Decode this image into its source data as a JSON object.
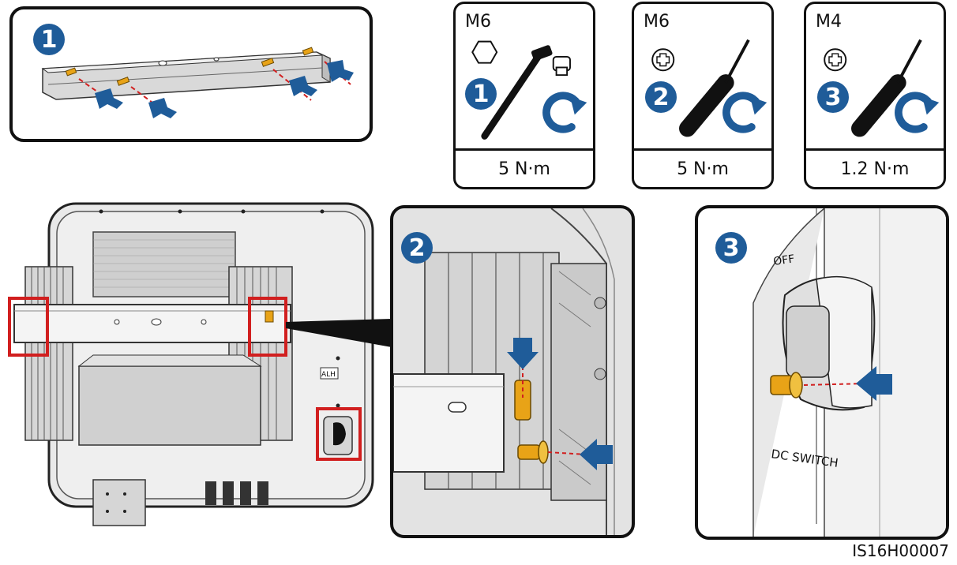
{
  "tools": [
    {
      "spec": "M6",
      "head": "hex",
      "step": "1",
      "torque": "5 N·m"
    },
    {
      "spec": "M6",
      "head": "phillips",
      "step": "2",
      "torque": "5 N·m"
    },
    {
      "spec": "M4",
      "head": "phillips",
      "step": "3",
      "torque": "1.2 N·m"
    }
  ],
  "panels": {
    "rail": {
      "step": "1"
    },
    "detail": {
      "step": "2"
    },
    "switch": {
      "step": "3",
      "off_label": "OFF",
      "switch_label": "DC SWITCH"
    },
    "inverter": {
      "label": "ALH"
    }
  },
  "doc_id": "IS16H00007",
  "colors": {
    "step_badge": "#1f5c99",
    "arrow": "#1f5c99",
    "highlight": "#d11f1f",
    "screw": "#e8a317"
  }
}
